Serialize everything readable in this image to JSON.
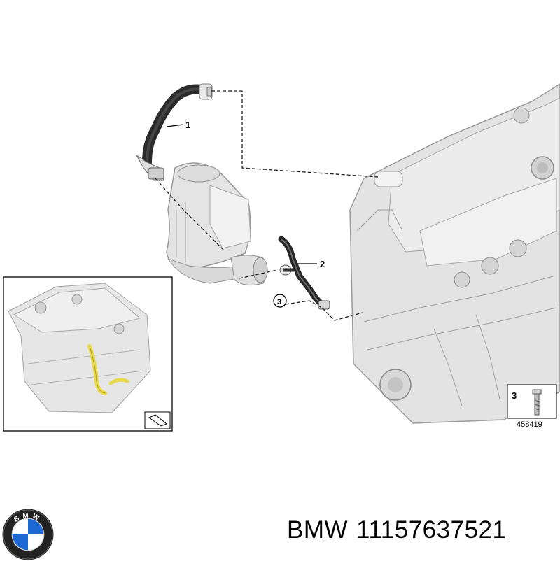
{
  "callouts": {
    "part_1": "1",
    "part_2": "2",
    "part_3": "3"
  },
  "detail_box": {
    "number": "3",
    "reference": "458419"
  },
  "footer": {
    "brand": "BMW",
    "part_number": "11157637521"
  },
  "logo": {
    "letters": "BMW",
    "colors": {
      "blue": "#1c69d4",
      "white": "#ffffff",
      "ring": "#222222"
    }
  },
  "colors": {
    "engine_fill": "#e3e3e3",
    "engine_stroke": "#9a9a9a",
    "hose": "#2b2b2b",
    "highlight": "#e8d84a"
  }
}
